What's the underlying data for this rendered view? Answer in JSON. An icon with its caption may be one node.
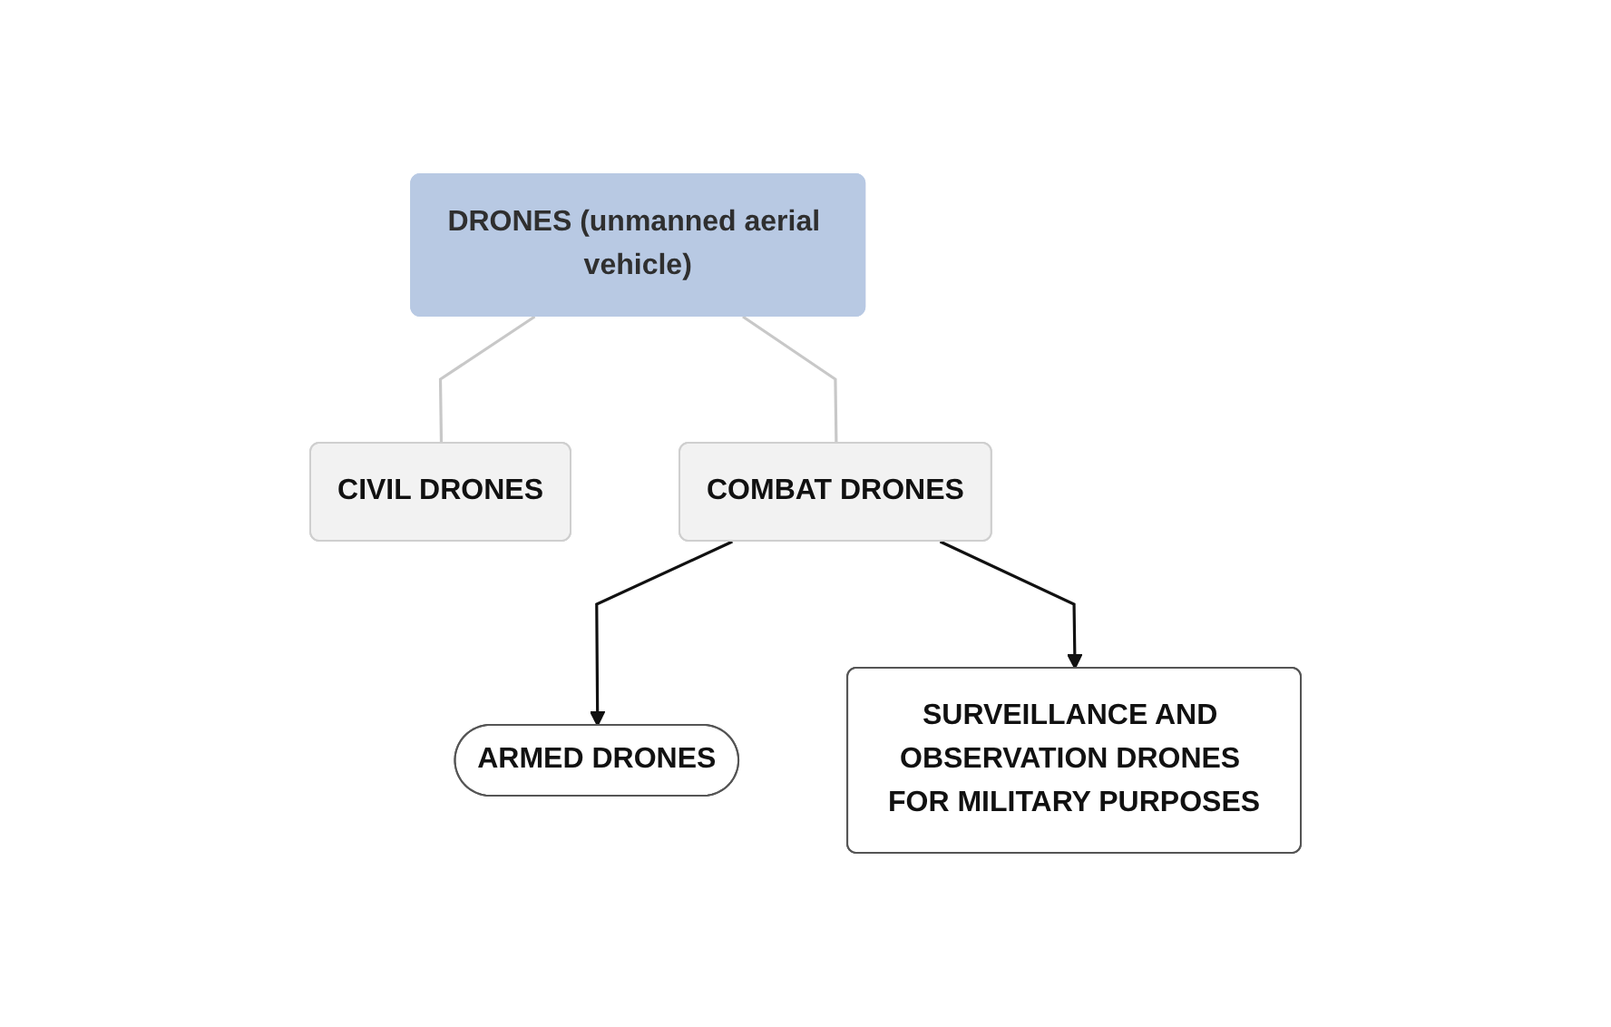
{
  "diagram": {
    "nodes": [
      {
        "text": [
          "DRONES (unmanned aerial vehicle)"
        ]
      },
      {
        "text": [
          "CIVIL DRONES"
        ]
      },
      {
        "text": [
          "COMBAT DRONES"
        ]
      },
      {
        "text": [
          "ARMED DRONES"
        ]
      },
      {
        "text": [
          "SURVEILLANCE AND OBSERVATION DRONES FOR MILITARY PURPOSES"
        ]
      }
    ],
    "edges": [
      {
        "from": 0,
        "to": 1,
        "arrow": "none",
        "color": "#c8c8c8"
      },
      {
        "from": 0,
        "to": 2,
        "arrow": "none",
        "color": "#c8c8c8"
      },
      {
        "from": 2,
        "to": 3,
        "arrow": "to",
        "color": "#111111"
      },
      {
        "from": 2,
        "to": 4,
        "arrow": "to",
        "color": "#111111"
      }
    ]
  }
}
